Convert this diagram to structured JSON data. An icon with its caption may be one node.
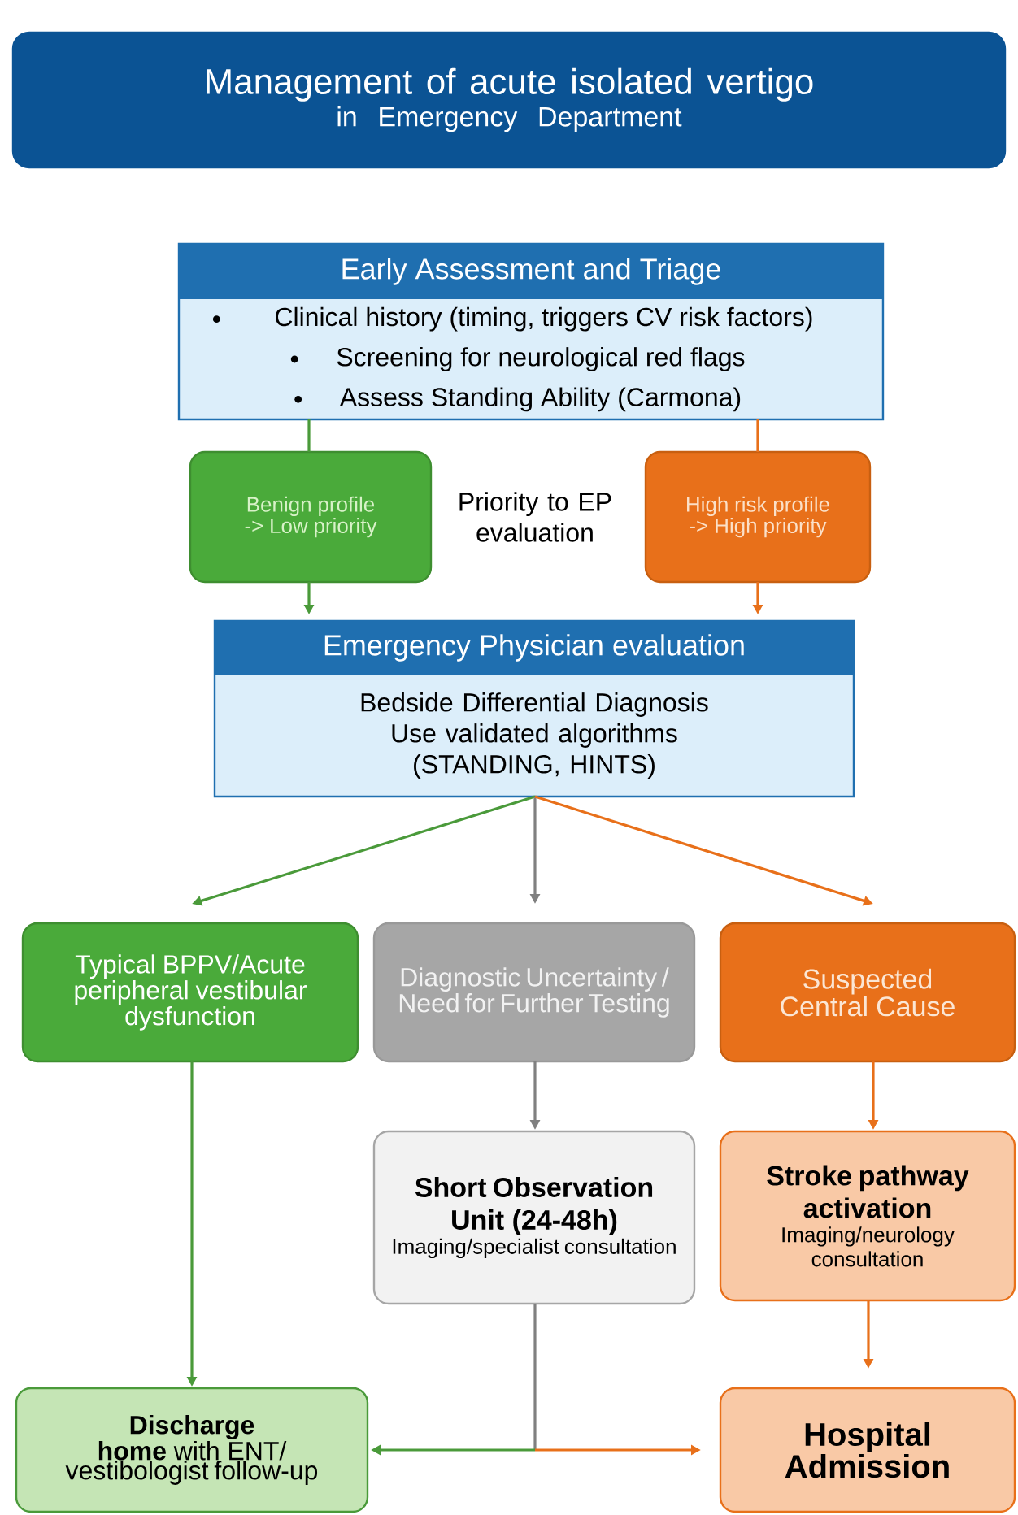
{
  "diagram": {
    "nodes": [
      {
        "text": [
          "Management of acute isolated vertigo",
          "in Emergency Department"
        ]
      },
      {
        "text": [
          "Early Assessment and Triage",
          "Clinical history (timing, triggers CV risk factors)",
          "Screening for neurological red flags",
          "Assess Standing Ability (Carmona)"
        ]
      },
      {
        "text": [
          "Benign profile -> Low priority"
        ]
      },
      {
        "text": [
          "High risk profile -> High priority"
        ]
      },
      {
        "text": [
          "Emergency Physician evaluation",
          "Bedside Differential Diagnosis",
          "Use validated algorithms (STANDING, HINTS)"
        ]
      },
      {
        "text": [
          "Typical BPPV/Acute peripheral vestibular dysfunction"
        ]
      },
      {
        "text": [
          "Diagnostic Uncertainty / Need for Further Testing"
        ]
      },
      {
        "text": [
          "Suspected Central Cause"
        ]
      },
      {
        "text": [
          "Short Observation Unit (24-48h)",
          "Imaging/specialist consultation"
        ]
      },
      {
        "text": [
          "Stroke pathway activation",
          "Imaging/neurology consultation"
        ]
      },
      {
        "text": [
          "**Discharge home** with ENT/ vestibologist follow-up"
        ]
      },
      {
        "text": [
          "Hospital Admission"
        ]
      }
    ],
    "edges": [
      {
        "from": 1,
        "to": 2,
        "arrow": "none",
        "color": "#4a9a3a"
      },
      {
        "from": 1,
        "to": 3,
        "arrow": "none",
        "color": "#e8701a"
      },
      {
        "from": 2,
        "to": 4,
        "arrow": "to",
        "color": "#4a9a3a"
      },
      {
        "from": 3,
        "to": 4,
        "arrow": "to",
        "color": "#e8701a"
      },
      {
        "from": 4,
        "to": 5,
        "arrow": "to",
        "color": "#4a9a3a"
      },
      {
        "from": 4,
        "to": 6,
        "arrow": "to",
        "color": "#808080"
      },
      {
        "from": 4,
        "to": 7,
        "arrow": "to",
        "color": "#e8701a"
      },
      {
        "from": 5,
        "to": 10,
        "arrow": "to",
        "color": "#4a9a3a"
      },
      {
        "from": 6,
        "to": 8,
        "arrow": "to",
        "color": "#808080"
      },
      {
        "from": 7,
        "to": 9,
        "arrow": "to",
        "color": "#e8701a"
      },
      {
        "from": 9,
        "to": 11,
        "arrow": "to",
        "color": "#e8701a"
      },
      {
        "from": 8,
        "to": 10,
        "arrow": "to",
        "color": "#4a9a3a"
      },
      {
        "from": 8,
        "to": 11,
        "arrow": "to",
        "color": "#e8701a"
      }
    ],
    "labels": [
      "Priority to EP evaluation"
    ]
  }
}
